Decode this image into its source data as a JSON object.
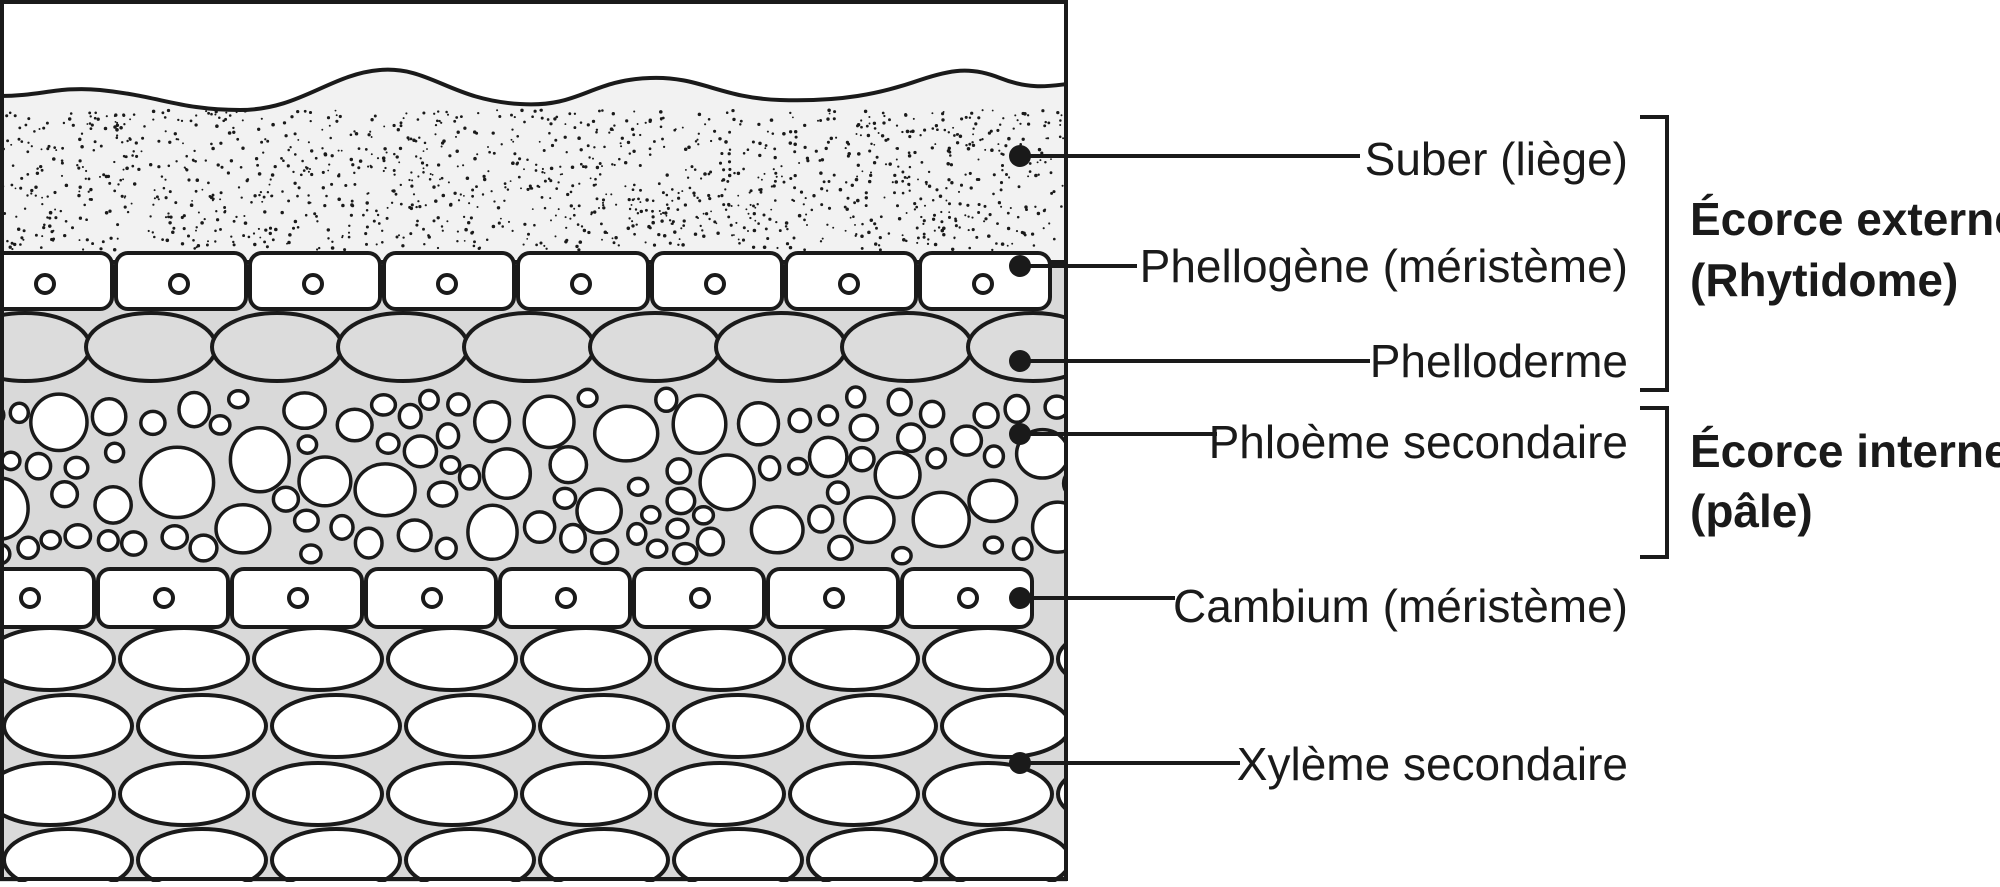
{
  "layers": [
    {
      "id": "suber",
      "label": "Suber (liège)"
    },
    {
      "id": "phellogene",
      "label": "Phellogène (méristème)"
    },
    {
      "id": "phelloderme",
      "label": "Phelloderme"
    },
    {
      "id": "phloeme",
      "label": "Phloème secondaire"
    },
    {
      "id": "cambium",
      "label": "Cambium (méristème)"
    },
    {
      "id": "xyleme",
      "label": "Xylème secondaire"
    }
  ],
  "groups": {
    "externe": {
      "line1": "Écorce externe",
      "line2": "(Rhytidome)"
    },
    "interne": {
      "line1": "Écorce interne",
      "line2": "(pâle)"
    }
  },
  "colors": {
    "outline": "#1a1a1a",
    "cork_fill": "#f2f2f2",
    "phelloderm_fill": "#dcdcdc",
    "tissue_background": "#d9d9d9",
    "cell_fill": "#ffffff"
  }
}
